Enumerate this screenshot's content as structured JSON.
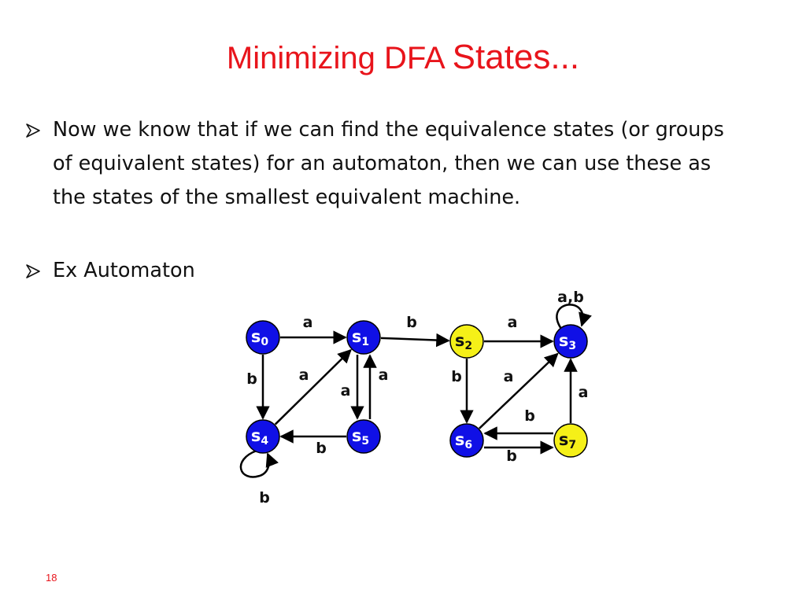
{
  "slide": {
    "title_part1": "Minimizing DFA ",
    "title_part2": "States...",
    "bullets": [
      {
        "lines": [
          "Now we know that if we can find the equivalence states (or groups",
          "of equivalent states) for an automaton, then we can use these as",
          "the states of the smallest equivalent machine."
        ]
      },
      {
        "lines": [
          "Ex Automaton"
        ]
      }
    ],
    "page_number": "18"
  },
  "automaton": {
    "colors": {
      "blue": "#1010e6",
      "yellow": "#f5f018",
      "stroke": "#000000"
    },
    "states": [
      {
        "id": "s0",
        "label": "s",
        "sub": "0",
        "color": "blue"
      },
      {
        "id": "s1",
        "label": "s",
        "sub": "1",
        "color": "blue"
      },
      {
        "id": "s2",
        "label": "s",
        "sub": "2",
        "color": "yellow"
      },
      {
        "id": "s3",
        "label": "s",
        "sub": "3",
        "color": "blue"
      },
      {
        "id": "s4",
        "label": "s",
        "sub": "4",
        "color": "blue"
      },
      {
        "id": "s5",
        "label": "s",
        "sub": "5",
        "color": "blue"
      },
      {
        "id": "s6",
        "label": "s",
        "sub": "6",
        "color": "blue"
      },
      {
        "id": "s7",
        "label": "s",
        "sub": "7",
        "color": "yellow"
      }
    ],
    "transitions": [
      {
        "from": "s0",
        "to": "s1",
        "label": "a"
      },
      {
        "from": "s0",
        "to": "s4",
        "label": "b"
      },
      {
        "from": "s1",
        "to": "s2",
        "label": "b"
      },
      {
        "from": "s1",
        "to": "s5",
        "label": "a"
      },
      {
        "from": "s5",
        "to": "s1",
        "label": "a"
      },
      {
        "from": "s4",
        "to": "s1",
        "label": "a"
      },
      {
        "from": "s5",
        "to": "s4",
        "label": "b"
      },
      {
        "from": "s4",
        "to": "s4",
        "label": "b"
      },
      {
        "from": "s2",
        "to": "s3",
        "label": "a"
      },
      {
        "from": "s2",
        "to": "s6",
        "label": "b"
      },
      {
        "from": "s6",
        "to": "s3",
        "label": "a"
      },
      {
        "from": "s7",
        "to": "s3",
        "label": "a"
      },
      {
        "from": "s7",
        "to": "s6",
        "label": "b"
      },
      {
        "from": "s6",
        "to": "s7",
        "label": "b"
      },
      {
        "from": "s3",
        "to": "s3",
        "label": "a,b"
      }
    ]
  }
}
